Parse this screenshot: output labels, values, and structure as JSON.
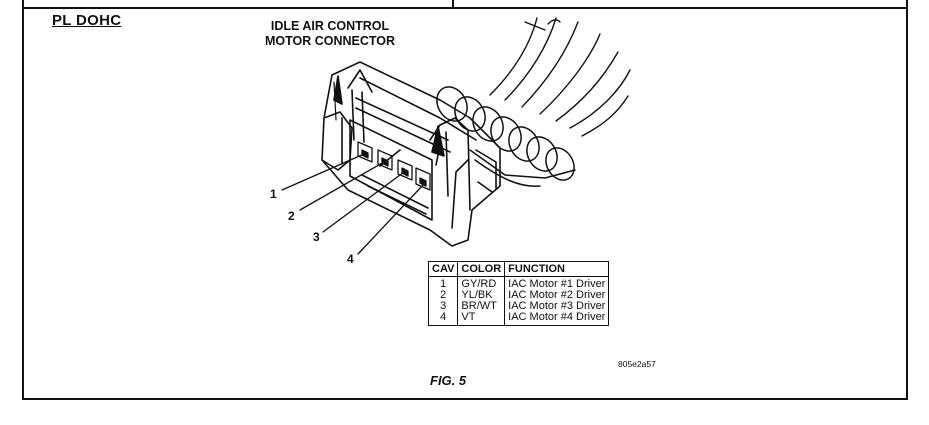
{
  "header": {
    "section_label": "PL DOHC"
  },
  "diagram": {
    "title_line1": "IDLE AIR CONTROL",
    "title_line2": "MOTOR CONNECTOR",
    "callouts": [
      "1",
      "2",
      "3",
      "4"
    ]
  },
  "pinout_table": {
    "columns": [
      "CAV",
      "COLOR",
      "FUNCTION"
    ],
    "rows": [
      {
        "cav": "1",
        "color": "GY/RD",
        "function": "IAC Motor #1 Driver"
      },
      {
        "cav": "2",
        "color": "YL/BK",
        "function": "IAC Motor #2 Driver"
      },
      {
        "cav": "3",
        "color": "BR/WT",
        "function": "IAC Motor #3 Driver"
      },
      {
        "cav": "4",
        "color": "VT",
        "function": "IAC Motor #4 Driver"
      }
    ]
  },
  "image_code": "805e2a57",
  "figure_caption": "FIG. 5"
}
